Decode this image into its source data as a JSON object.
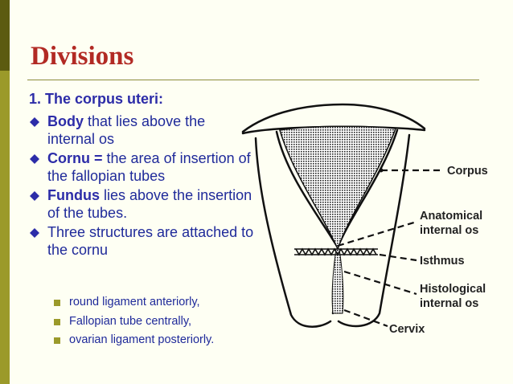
{
  "slide": {
    "title": "Divisions",
    "subheading": "1. The corpus uteri:",
    "bullets": [
      {
        "bold": "Body",
        "text": " that lies above the internal os"
      },
      {
        "bold": "Cornu =",
        "text": " the area of insertion of the fallopian tubes"
      },
      {
        "bold": "Fundus",
        "text": " lies above the insertion of the tubes."
      },
      {
        "bold": "",
        "text": "Three structures are attached to the cornu"
      }
    ],
    "sub_bullets": [
      "round ligament anteriorly,",
      "Fallopian tube centrally,",
      "ovarian ligament posteriorly."
    ]
  },
  "diagram": {
    "labels": {
      "corpus": "Corpus",
      "anatomical_1": "Anatomical",
      "anatomical_2": "internal os",
      "isthmus": "Isthmus",
      "histological_1": "Histological",
      "histological_2": "internal os",
      "cervix": "Cervix"
    }
  },
  "colors": {
    "title": "#b22a24",
    "text": "#1f2a9a",
    "accent_bar": "#9b9a2a",
    "background": "#fefff3"
  }
}
